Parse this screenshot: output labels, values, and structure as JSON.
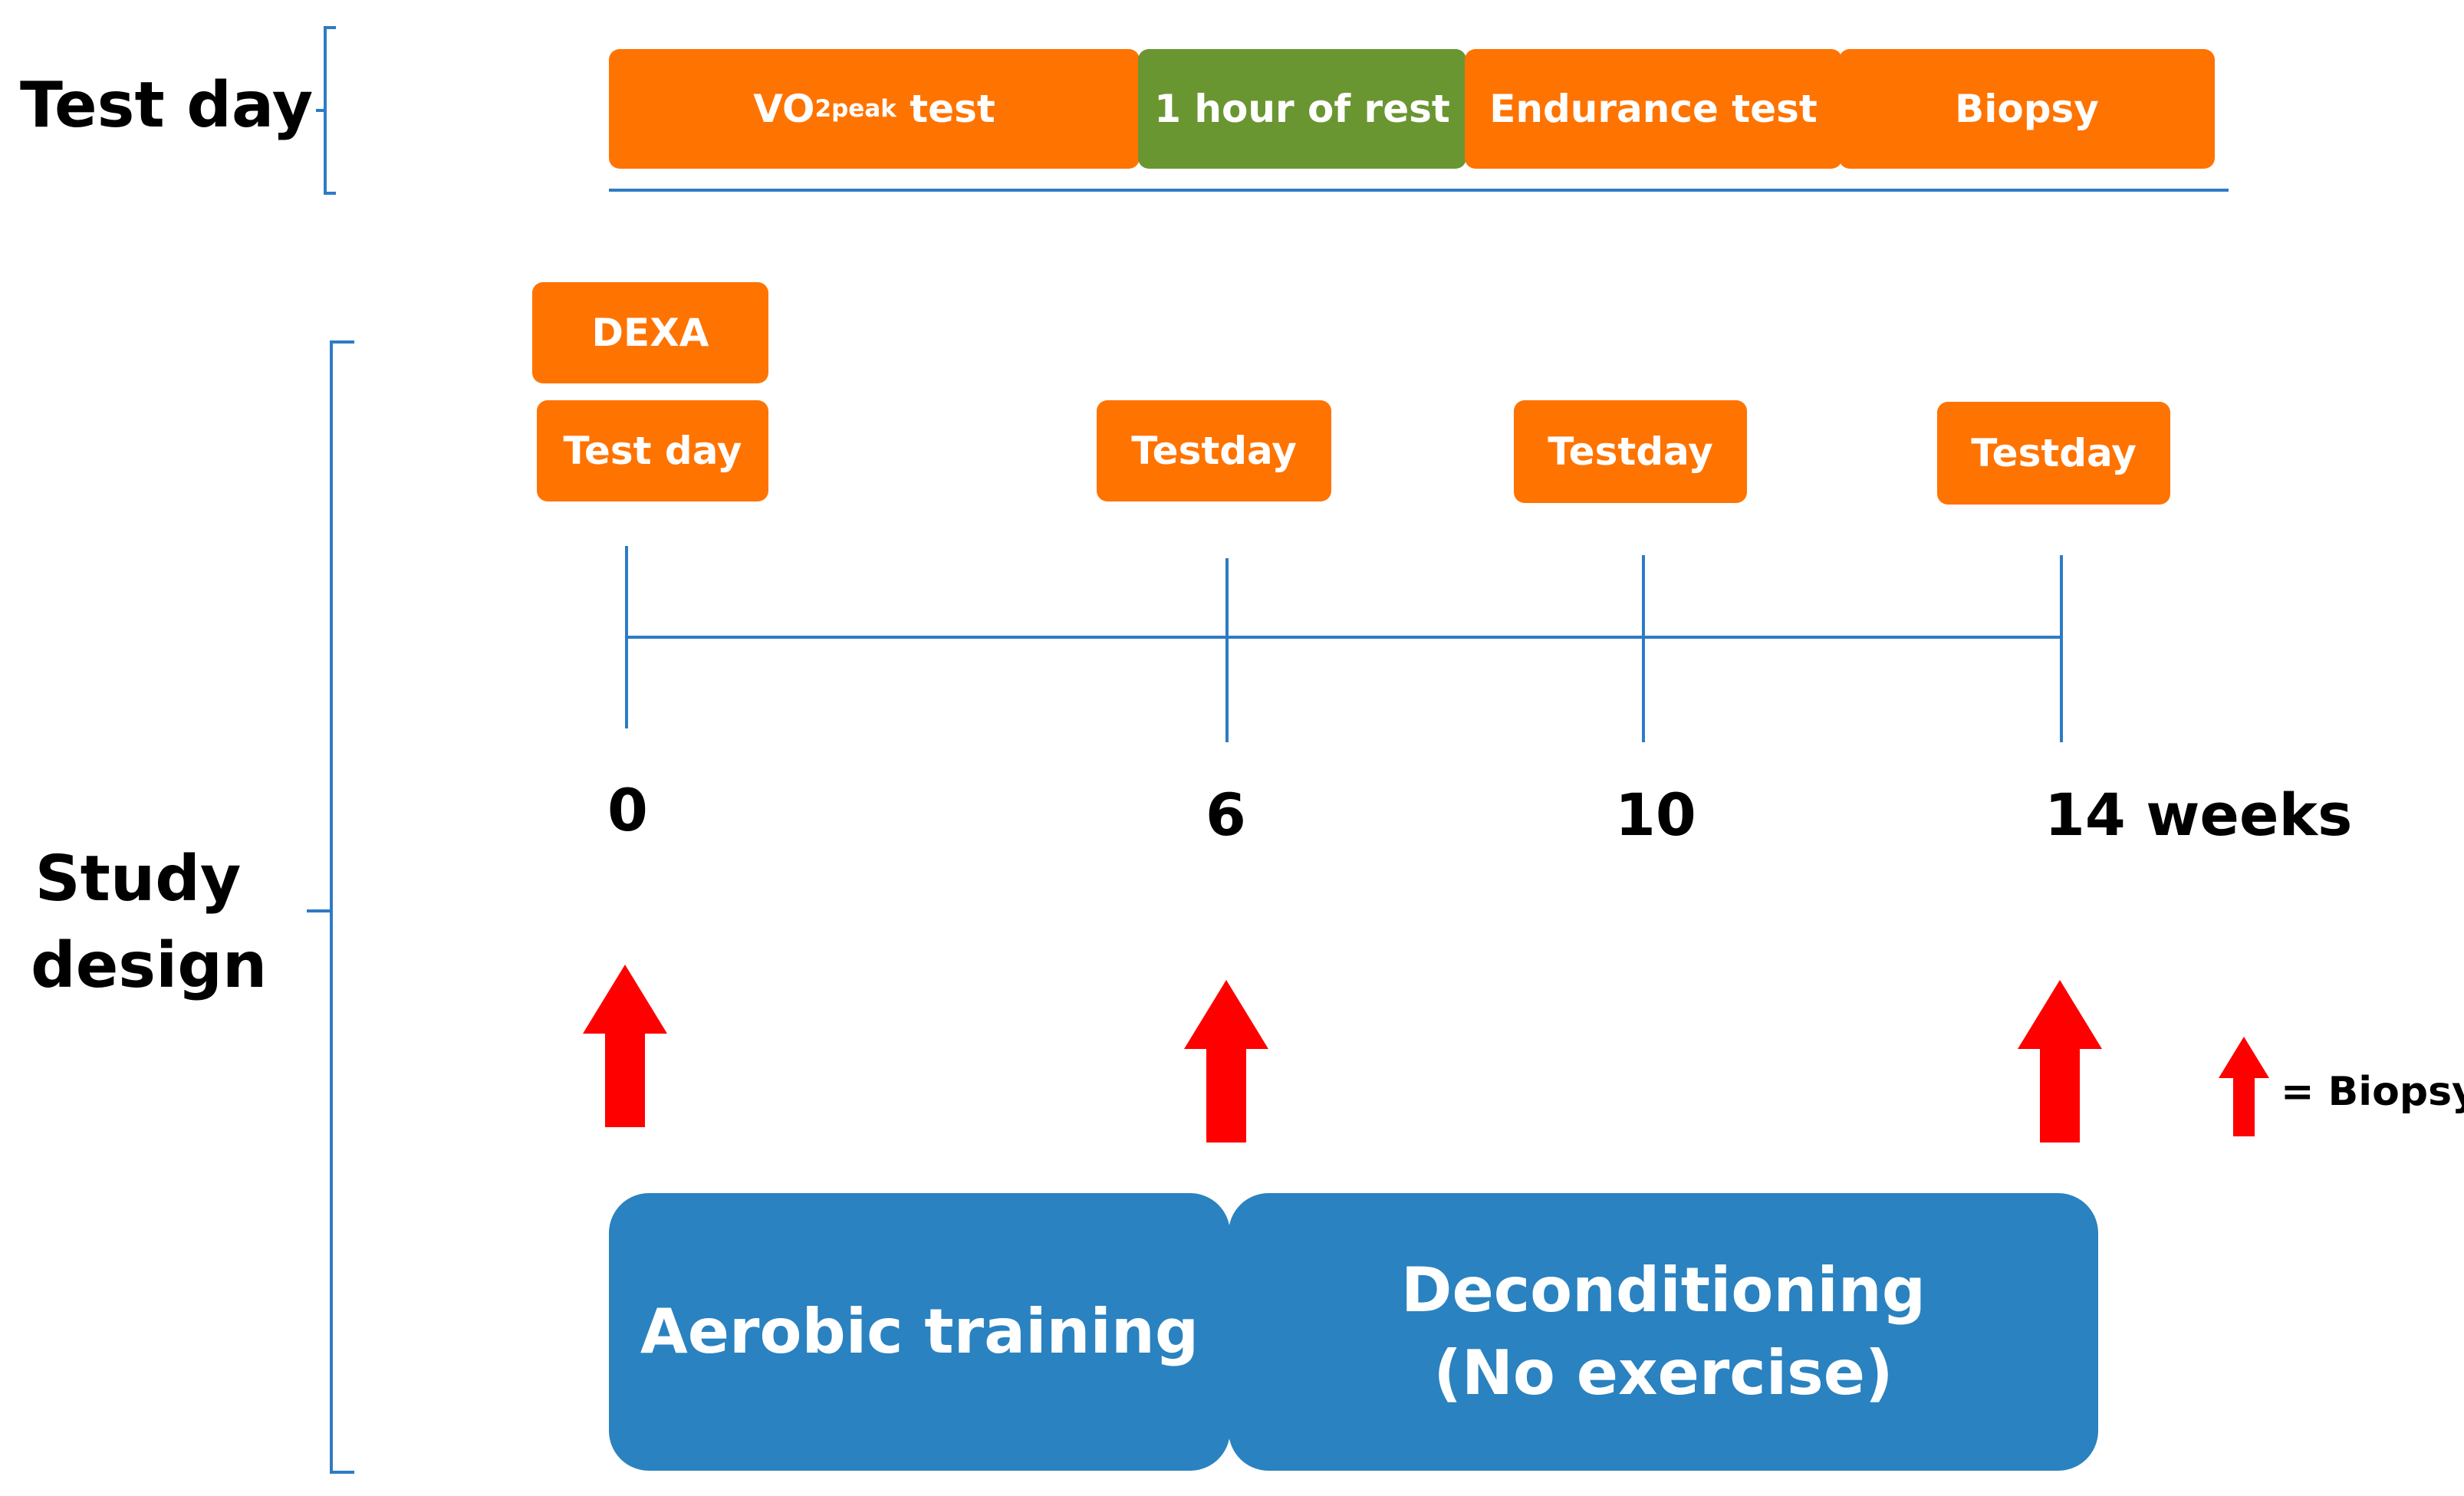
{
  "labels": {
    "test_day": "Test day",
    "study_design_line1": "Study",
    "study_design_line2": "design"
  },
  "test_day_steps": {
    "vo2_main": "VO",
    "vo2_sub": "2peak",
    "vo2_tail": " test",
    "rest": "1 hour of rest",
    "endurance": "Endurance test",
    "biopsy": "Biopsy"
  },
  "study_boxes": {
    "dexa": "DEXA",
    "test_day_0": "Test day",
    "testday_6": "Testday",
    "testday_10": "Testday",
    "testday_14": "Testday"
  },
  "timeline": {
    "tick_0": "0",
    "tick_6": "6",
    "tick_10": "10",
    "tick_14": "14 weeks"
  },
  "legend": {
    "biopsy_key": "= Biopsy"
  },
  "phases": {
    "aerobic": "Aerobic training",
    "decond_line1": "Deconditioning",
    "decond_line2": "(No exercise)"
  },
  "colors": {
    "orange": "#FF7300",
    "green": "#6A9632",
    "blue": "#2A82C0",
    "line_blue": "#2E7BC4",
    "arrow_red": "#FF0000"
  }
}
